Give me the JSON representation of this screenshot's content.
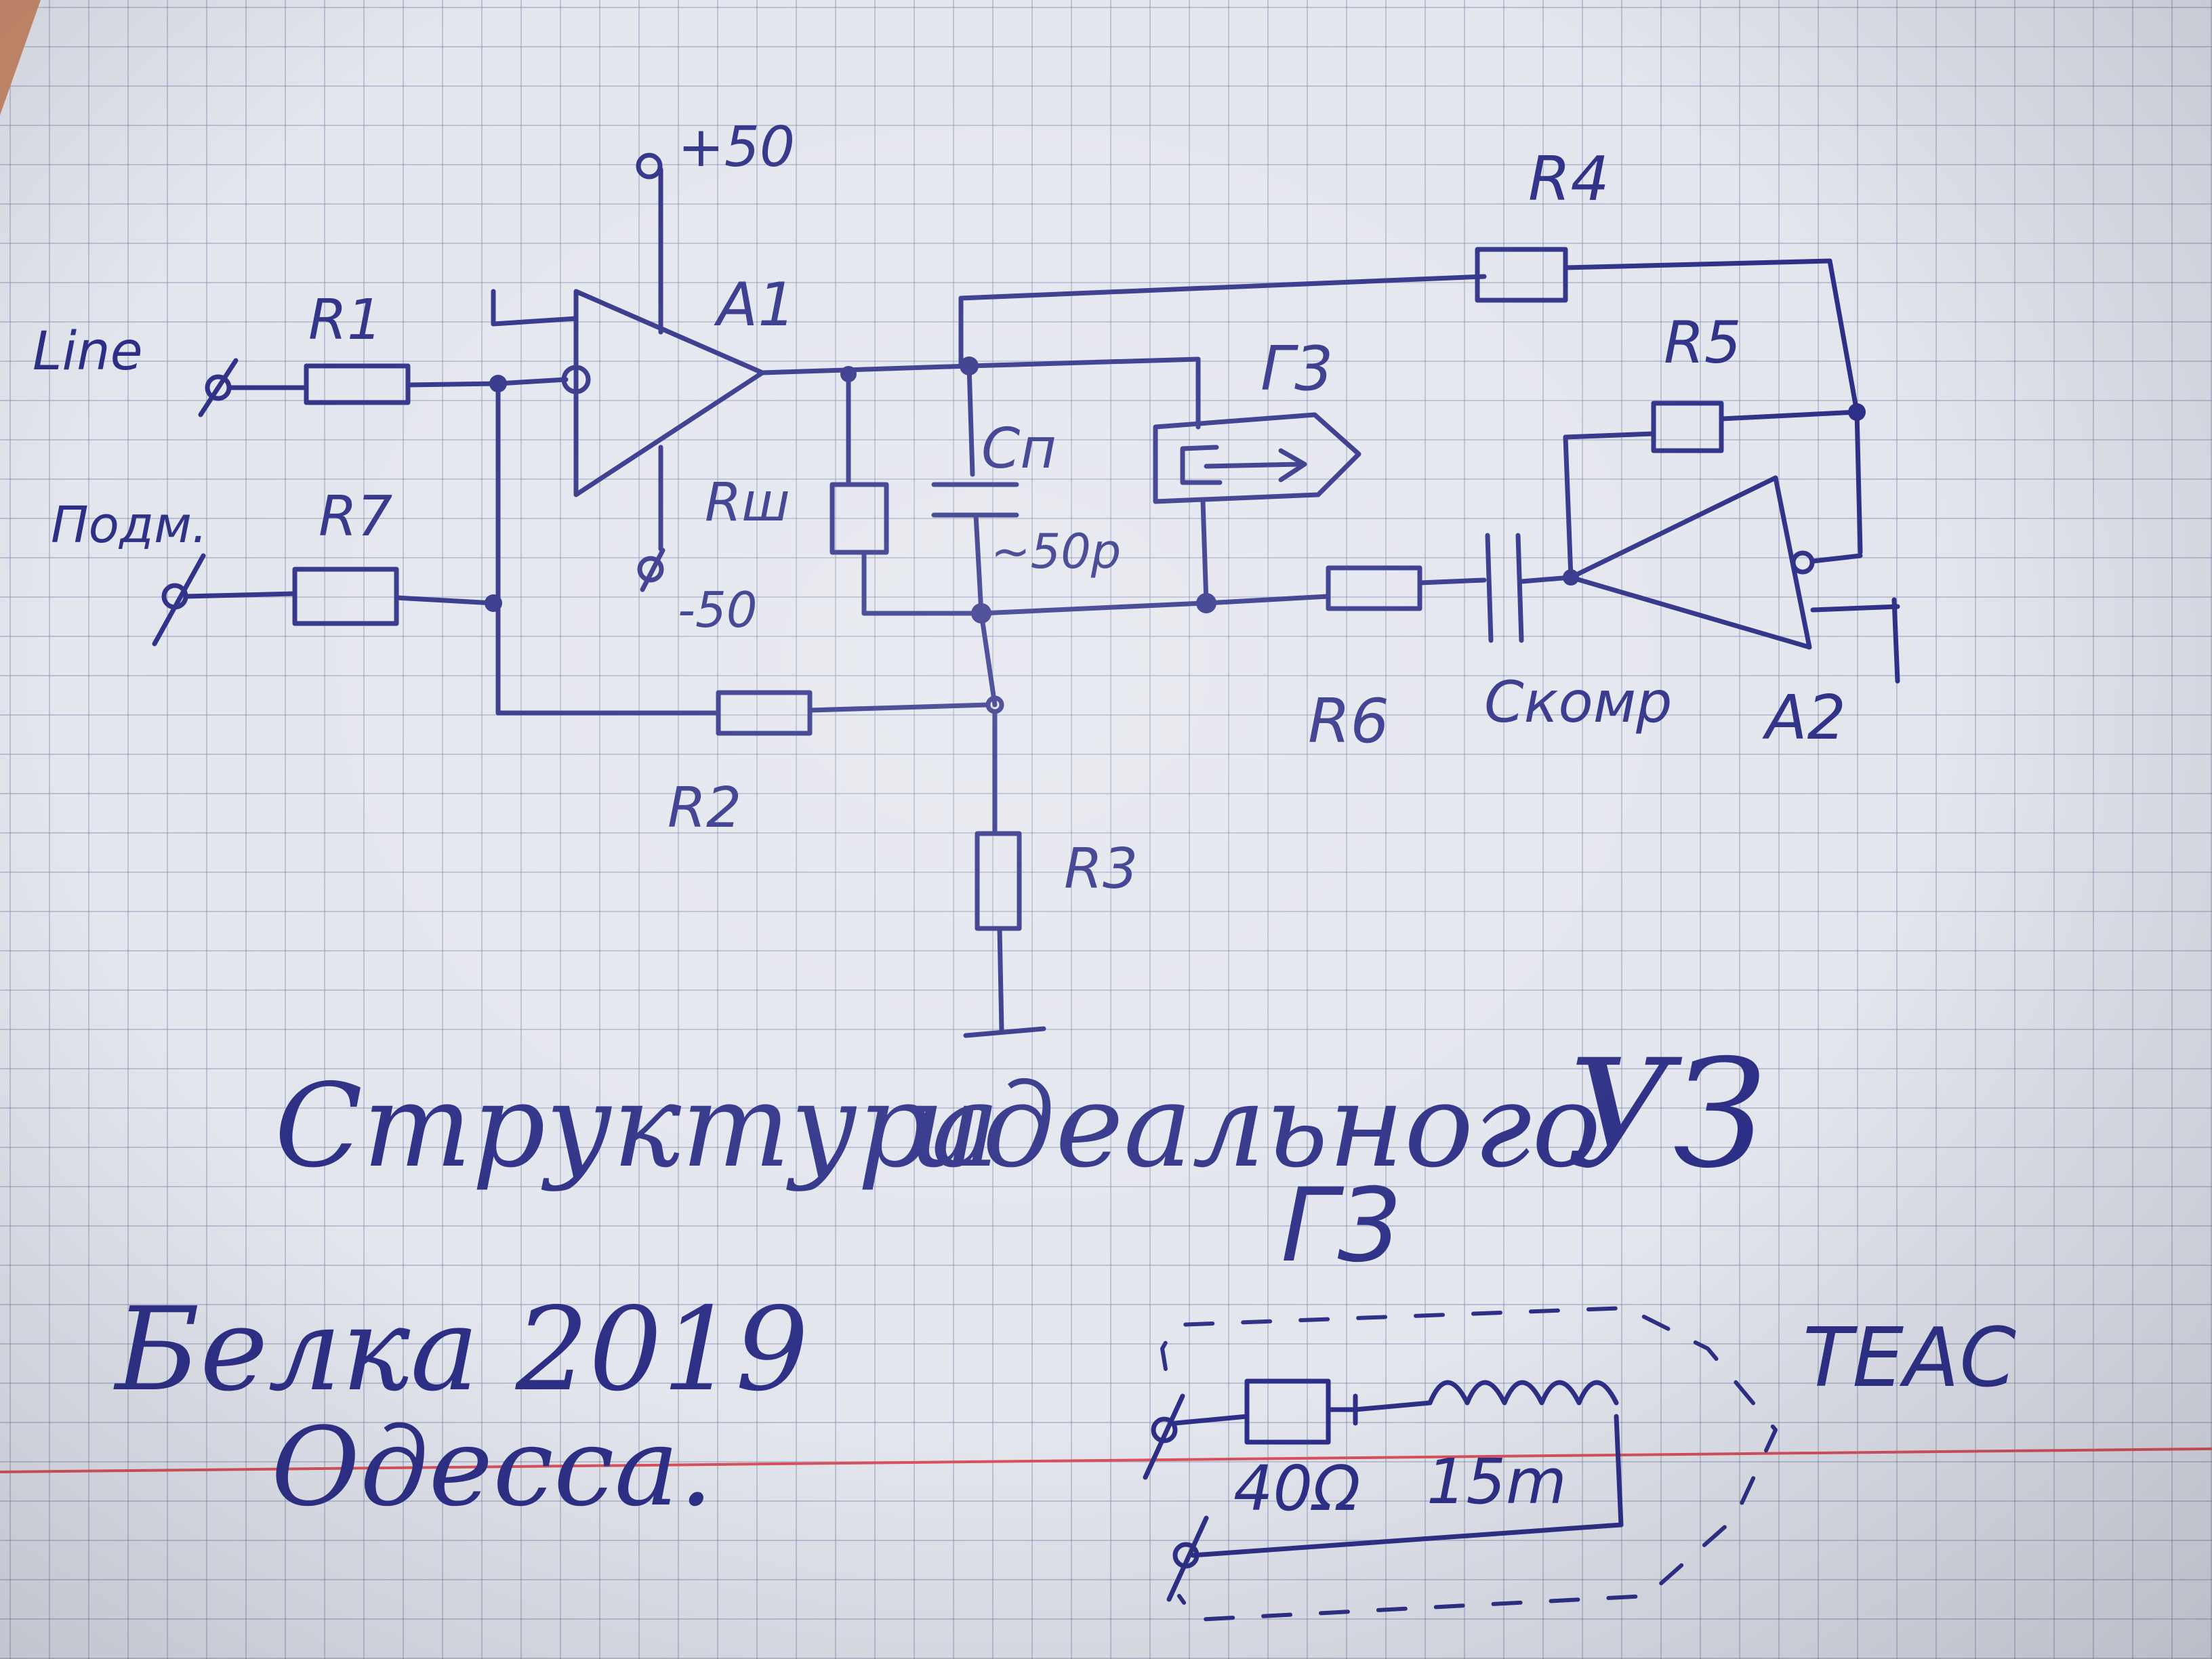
{
  "labels": {
    "line_in": "Line",
    "sub_in": "Подм.",
    "r1": "R1",
    "r7": "R7",
    "r2": "R2",
    "r3": "R3",
    "r4": "R4",
    "r5": "R5",
    "r6": "R6",
    "rsh": "Rш",
    "cp": "Cп",
    "cp_value": "~50p",
    "ccomp": "Cкомр",
    "a1": "A1",
    "a2": "A2",
    "g3": "Г3",
    "plus_supply": "+50",
    "minus_supply": "-50"
  },
  "caption": {
    "title_word1": "Структура",
    "title_word2": "идеального",
    "title_word3": "УЗ"
  },
  "signature": {
    "name": "Белка 2019",
    "city": "Одесса."
  },
  "detail": {
    "title": "Г3",
    "resistance": "40Ω",
    "inductance": "15m",
    "brand": "TEAC"
  },
  "colors": {
    "ink": "#2d2f86",
    "paper": "#e4e6ee",
    "grid": "#8c93b4",
    "margin_line": "#d9505c"
  }
}
